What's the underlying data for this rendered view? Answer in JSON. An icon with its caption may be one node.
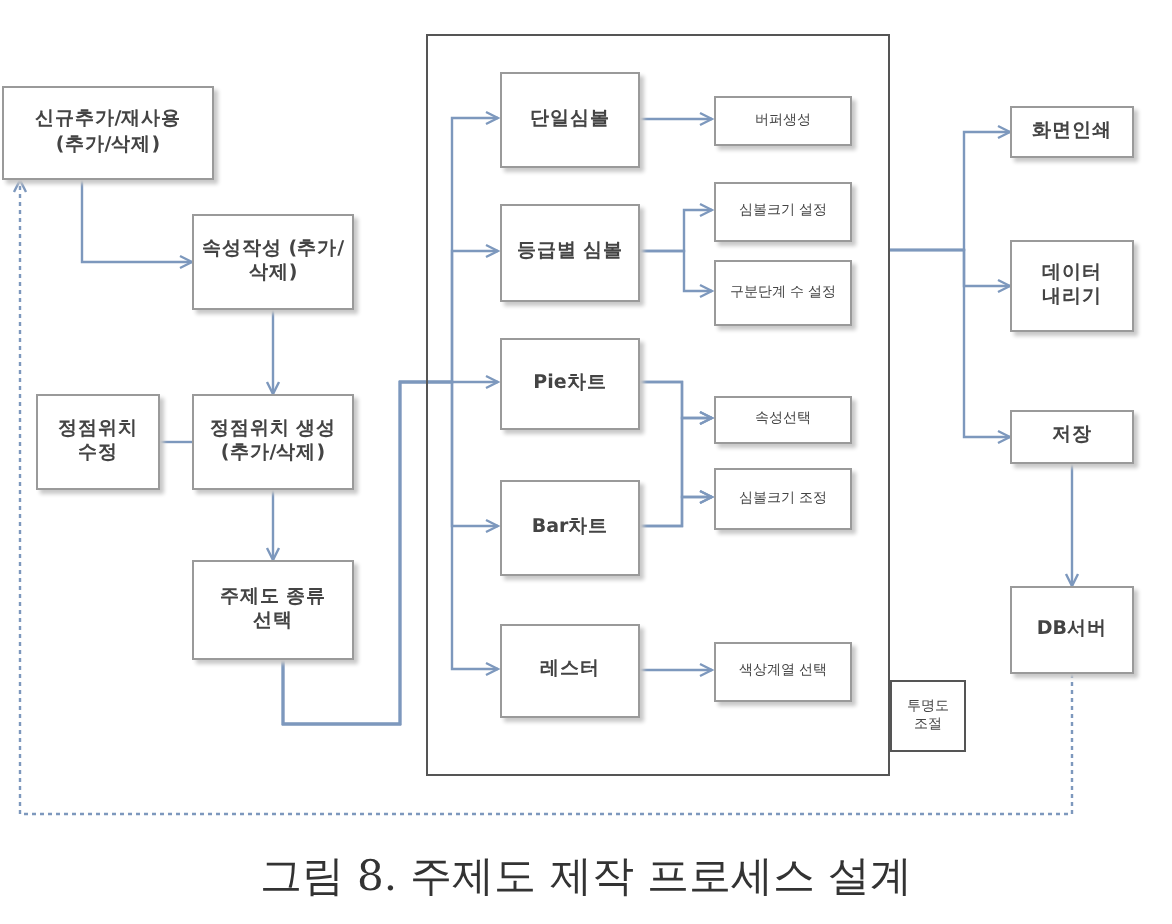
{
  "diagram": {
    "caption": "그림 8. 주제도 제작 프로세스 설계",
    "nodes": [
      {
        "text": [
          "신규추가/재사용 (추가/삭제)"
        ]
      },
      {
        "text": [
          "속성작성 (추가/삭제)"
        ]
      },
      {
        "text": [
          "정점위치 수정"
        ]
      },
      {
        "text": [
          "정점위치 생성 (추가/삭제)"
        ]
      },
      {
        "text": [
          "주제도 종류 선택"
        ]
      },
      {
        "text": [],
        "shape": "box"
      },
      {
        "text": [
          "단일심볼"
        ],
        "in": 5
      },
      {
        "text": [
          "버퍼생성"
        ],
        "in": 5
      },
      {
        "text": [
          "등급별 심볼"
        ],
        "in": 5
      },
      {
        "text": [
          "심볼크기 설정"
        ],
        "in": 5
      },
      {
        "text": [
          "구분단계 수 설정"
        ],
        "in": 5
      },
      {
        "text": [
          "Pie차트"
        ],
        "in": 5
      },
      {
        "text": [
          "속성선택"
        ],
        "in": 5
      },
      {
        "text": [
          "심볼크기 조정"
        ],
        "in": 5
      },
      {
        "text": [
          "Bar차트"
        ],
        "in": 5
      },
      {
        "text": [
          "레스터"
        ],
        "in": 5
      },
      {
        "text": [
          "색상계열 선택"
        ],
        "in": 5
      },
      {
        "text": [
          "투명도 조절"
        ]
      },
      {
        "text": [
          "화면인쇄"
        ]
      },
      {
        "text": [
          "데이터 내리기"
        ]
      },
      {
        "text": [
          "저장"
        ]
      },
      {
        "text": [
          "DB서버"
        ]
      }
    ],
    "edges": [
      {
        "from": 0,
        "to": 1,
        "arrow": "to"
      },
      {
        "from": 1,
        "to": 3,
        "arrow": "to"
      },
      {
        "from": 2,
        "to": 3,
        "arrow": "none"
      },
      {
        "from": 3,
        "to": 4,
        "arrow": "to"
      },
      {
        "from": 4,
        "to": 6,
        "arrow": "to"
      },
      {
        "from": 4,
        "to": 8,
        "arrow": "to"
      },
      {
        "from": 4,
        "to": 11,
        "arrow": "to"
      },
      {
        "from": 4,
        "to": 14,
        "arrow": "to"
      },
      {
        "from": 4,
        "to": 15,
        "arrow": "to"
      },
      {
        "from": 6,
        "to": 7,
        "arrow": "to"
      },
      {
        "from": 8,
        "to": 9,
        "arrow": "to"
      },
      {
        "from": 8,
        "to": 10,
        "arrow": "to"
      },
      {
        "from": 11,
        "to": 12,
        "arrow": "to"
      },
      {
        "from": 11,
        "to": 13,
        "arrow": "to"
      },
      {
        "from": 14,
        "to": 12,
        "arrow": "to"
      },
      {
        "from": 14,
        "to": 13,
        "arrow": "to"
      },
      {
        "from": 15,
        "to": 16,
        "arrow": "to"
      },
      {
        "from": 5,
        "to": 18,
        "arrow": "to"
      },
      {
        "from": 5,
        "to": 19,
        "arrow": "to"
      },
      {
        "from": 5,
        "to": 20,
        "arrow": "to"
      },
      {
        "from": 20,
        "to": 21,
        "arrow": "to"
      },
      {
        "from": 21,
        "to": 0,
        "arrow": "to",
        "style": "dashed"
      }
    ]
  }
}
